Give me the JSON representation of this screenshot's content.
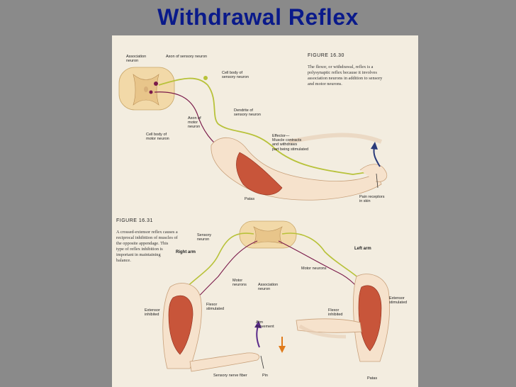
{
  "slide": {
    "title": "Withdrawal Reflex"
  },
  "figure_top": {
    "number": "FIGURE 16.30",
    "caption": "The flexor, or withdrawal, reflex is a\npolysynaptic reflex because it involves\nassociation neurons in addition to sensory\nand motor neurons.",
    "labels": {
      "association_neuron": "Association\nneuron",
      "axon_sensory": "Axon of sensory neuron",
      "cell_body_sensory": "Cell body of\nsensory neuron",
      "dendrite_sensory": "Dendrite of\nsensory neuron",
      "axon_motor": "Axon of\nmotor\nneuron",
      "cell_body_motor": "Cell body of\nmotor neuron",
      "effector": "Effector—\nMuscle contracts\nand withdraws\npart being stimulated",
      "pain_receptors": "Pain receptors\nin skin",
      "patas": "Patas"
    }
  },
  "figure_bottom": {
    "number": "FIGURE 16.31",
    "caption": "A crossed-extensor reflex causes a\nreciprocal inhibition of muscles of\nthe opposite appendage. This\ntype of reflex inhibition is\nimportant in maintaining\nbalance.",
    "labels": {
      "right_arm": "Right arm",
      "left_arm": "Left arm",
      "sensory_neuron": "Sensory\nneuron",
      "motor_neurons_right": "Motor\nneurons",
      "association_neuron": "Association\nneuron",
      "motor_neurons_left": "Motor neurons",
      "extensor_stimulated": "Extensor\nstimulated",
      "flexor_inhibited": "Flexor\ninhibited",
      "extensor_inhibited": "Extensor\ninhibited",
      "flexor_stimulated": "Flexor\nstimulated",
      "arm_movement": "Arm\nmovement",
      "sensory_nerve_fiber": "Sensory nerve fiber",
      "pin": "Pin",
      "patas": "Patas"
    }
  },
  "colors": {
    "title": "#0a1a8a",
    "nerve_sensory": "#b8c23a",
    "nerve_motor": "#7a1a4a",
    "muscle": "#c8553a",
    "arrow_movement": "#5a2a8a",
    "arrow_down": "#e07a1a"
  }
}
